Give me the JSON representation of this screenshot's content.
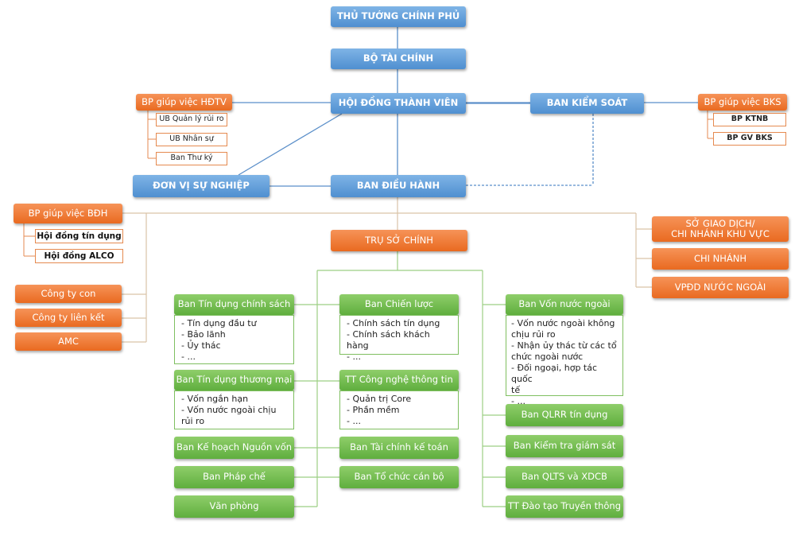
{
  "top": {
    "thu_tuong": "THỦ TƯỚNG CHÍNH PHỦ",
    "bo_tai_chinh": "BỘ TÀI CHÍNH",
    "hdtv": "HỘI ĐỒNG THÀNH VIÊN",
    "ban_kiem_soat": "BAN KIỂM SOÁT",
    "ban_dieu_hanh": "BAN ĐIỀU HÀNH",
    "don_vi_su_nghiep": "ĐƠN VỊ SỰ NGHIỆP"
  },
  "hdtv_support": {
    "title": "BP giúp việc HĐTV",
    "items": [
      "UB Quản lý rủi ro",
      "UB Nhân sự",
      "Ban Thư ký"
    ]
  },
  "bks_support": {
    "title": "BP giúp việc BKS",
    "items": [
      "BP KTNB",
      "BP GV BKS"
    ]
  },
  "bdh_support": {
    "title": "BP giúp việc BĐH",
    "items": [
      "Hội đồng tín dụng",
      "Hội đồng ALCO"
    ]
  },
  "companies": [
    "Công ty con",
    "Công ty liên kết",
    "AMC"
  ],
  "right_units": [
    "SỞ GIAO DỊCH/\nCHI NHÁNH KHU VỰC",
    "CHI NHÁNH",
    "VPĐD NƯỚC NGOÀI"
  ],
  "tru_so_chinh": "TRỤ SỞ CHÍNH",
  "left_col": [
    {
      "title": "Ban Tín dụng chính sách",
      "details": [
        "- Tín dụng đầu tư",
        "- Bảo lãnh",
        "- Ủy thác",
        "- ..."
      ]
    },
    {
      "title": "Ban Tín dụng thương mại",
      "details": [
        "- Vốn ngắn hạn",
        "- Vốn nước ngoài chịu",
        "rủi ro"
      ]
    },
    {
      "title": "Ban Kế hoạch Nguồn vốn"
    },
    {
      "title": "Ban Pháp chế"
    },
    {
      "title": "Văn phòng"
    }
  ],
  "mid_col": [
    {
      "title": "Ban Chiến lược",
      "details": [
        "- Chính sách tín dụng",
        "- Chính sách khách hàng",
        "- ..."
      ]
    },
    {
      "title": "TT Công nghệ thông tin",
      "details": [
        "- Quản trị Core",
        "- Phần mềm",
        "- ..."
      ]
    },
    {
      "title": "Ban Tài chính kế toán"
    },
    {
      "title": "Ban Tổ chức cán bộ"
    }
  ],
  "right_col": [
    {
      "title": "Ban Vốn nước ngoài",
      "details": [
        "- Vốn nước ngoài không",
        "chịu rủi ro",
        "- Nhận ủy thác từ các tổ",
        "chức ngoài nước",
        "- Đối ngoại, hợp tác quốc",
        "tế",
        "- ..."
      ]
    },
    {
      "title": "Ban QLRR tín dụng"
    },
    {
      "title": "Ban Kiểm tra giám sát"
    },
    {
      "title": "Ban QLTS và XDCB"
    },
    {
      "title": "TT Đào tạo Truyền thông"
    }
  ]
}
